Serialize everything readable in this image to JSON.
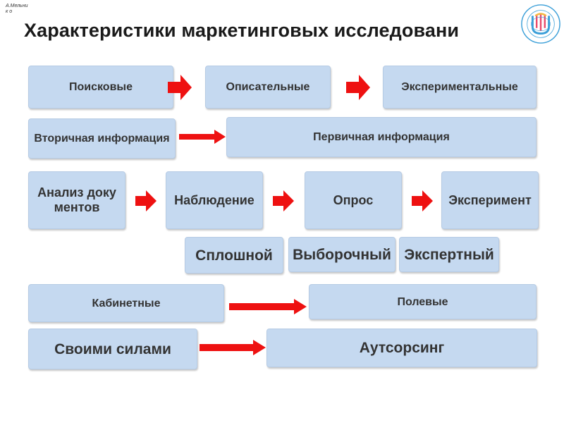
{
  "author": "А.Мельник\nо",
  "title": "Характеристики маркетинговых исследовани",
  "colors": {
    "box_fill": "#c5d9f0",
    "arrow": "#ee1111",
    "text": "#333333",
    "logo": "#3b9fd8"
  },
  "logo": {
    "icon": "university-emblem-icon"
  },
  "rows": {
    "type": {
      "items": [
        "Поисковые",
        "Описательные",
        "Экспериментальные"
      ]
    },
    "info": {
      "secondary": "Вторичная информация",
      "primary": "Первичная информация"
    },
    "methods": {
      "items": [
        "Анализ документов",
        "Наблюдение",
        "Опрос",
        "Эксперимент"
      ]
    },
    "survey": {
      "items": [
        "Сплошной",
        "Выборочный",
        "Экспертный"
      ]
    },
    "location": {
      "cabinet": "Кабинетные",
      "field": "Полевые"
    },
    "execution": {
      "own": "Своими силами",
      "outsourcing": "Аутсорсинг"
    }
  }
}
